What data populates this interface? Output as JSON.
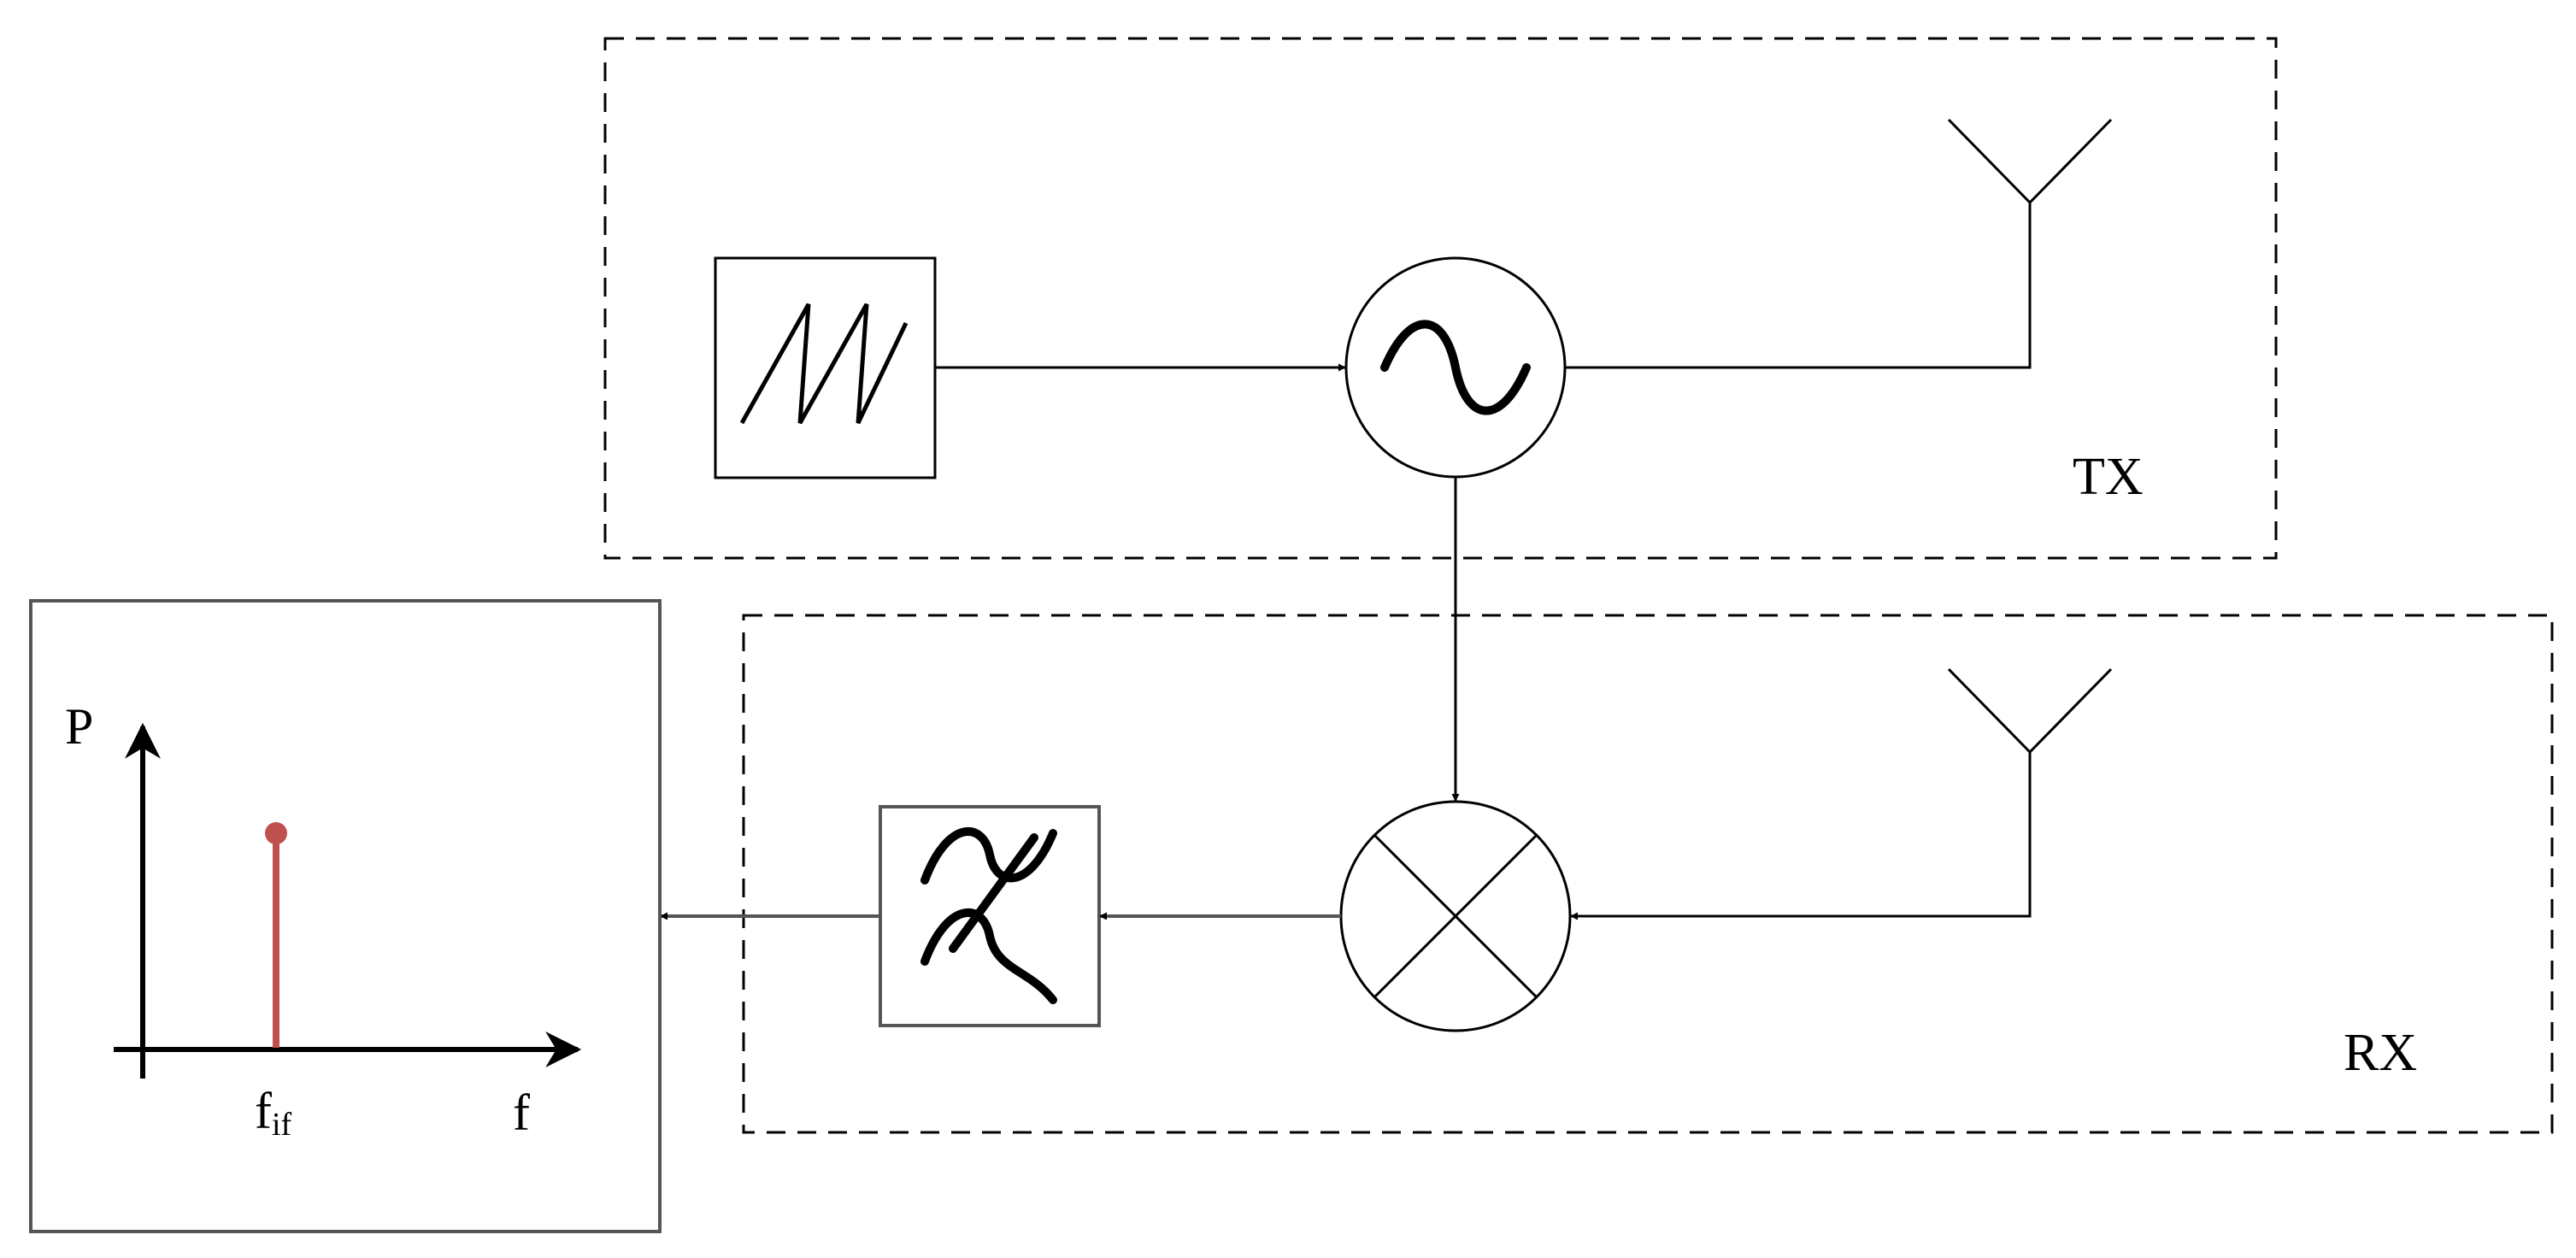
{
  "regions": {
    "tx_label": "TX",
    "rx_label": "RX"
  },
  "spectrum": {
    "y_axis_label": "P",
    "x_axis_label": "f",
    "peak_label_main": "f",
    "peak_label_sub": "if"
  },
  "colors": {
    "line": "#000000",
    "block_border": "#555555",
    "peak": "#c0504d"
  },
  "icons": {
    "sawtooth_generator": "sawtooth-icon",
    "oscillator": "sine-wave-icon",
    "mixer": "mixer-x-icon",
    "filter": "low-pass-filter-icon",
    "antenna": "antenna-icon"
  }
}
